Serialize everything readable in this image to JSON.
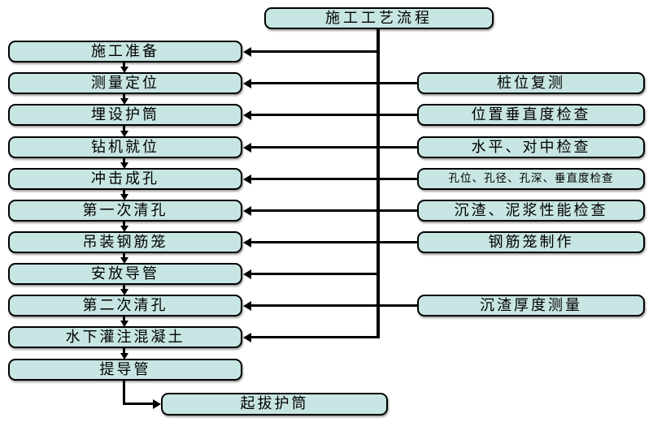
{
  "flowchart": {
    "title": "施工工艺流程",
    "main_steps": [
      "施工准备",
      "测量定位",
      "埋设护筒",
      "钻机就位",
      "冲击成孔",
      "第一次清孔",
      "吊装钢筋笼",
      "安放导管",
      "第二次清孔",
      "水下灌注混凝土",
      "提导管"
    ],
    "final_step": "起拔护筒",
    "side_checks": [
      "桩位复测",
      "位置垂直度检查",
      "水平、对中检查",
      "孔位、孔径、孔深、垂直度检查",
      "沉渣、泥浆性能检查",
      "钢筋笼制作",
      "沉渣厚度测量"
    ]
  },
  "colors": {
    "box_fill": "#c7e5e2",
    "box_border": "#000000",
    "connector": "#000000",
    "background": "#ffffff",
    "text": "#000000"
  }
}
